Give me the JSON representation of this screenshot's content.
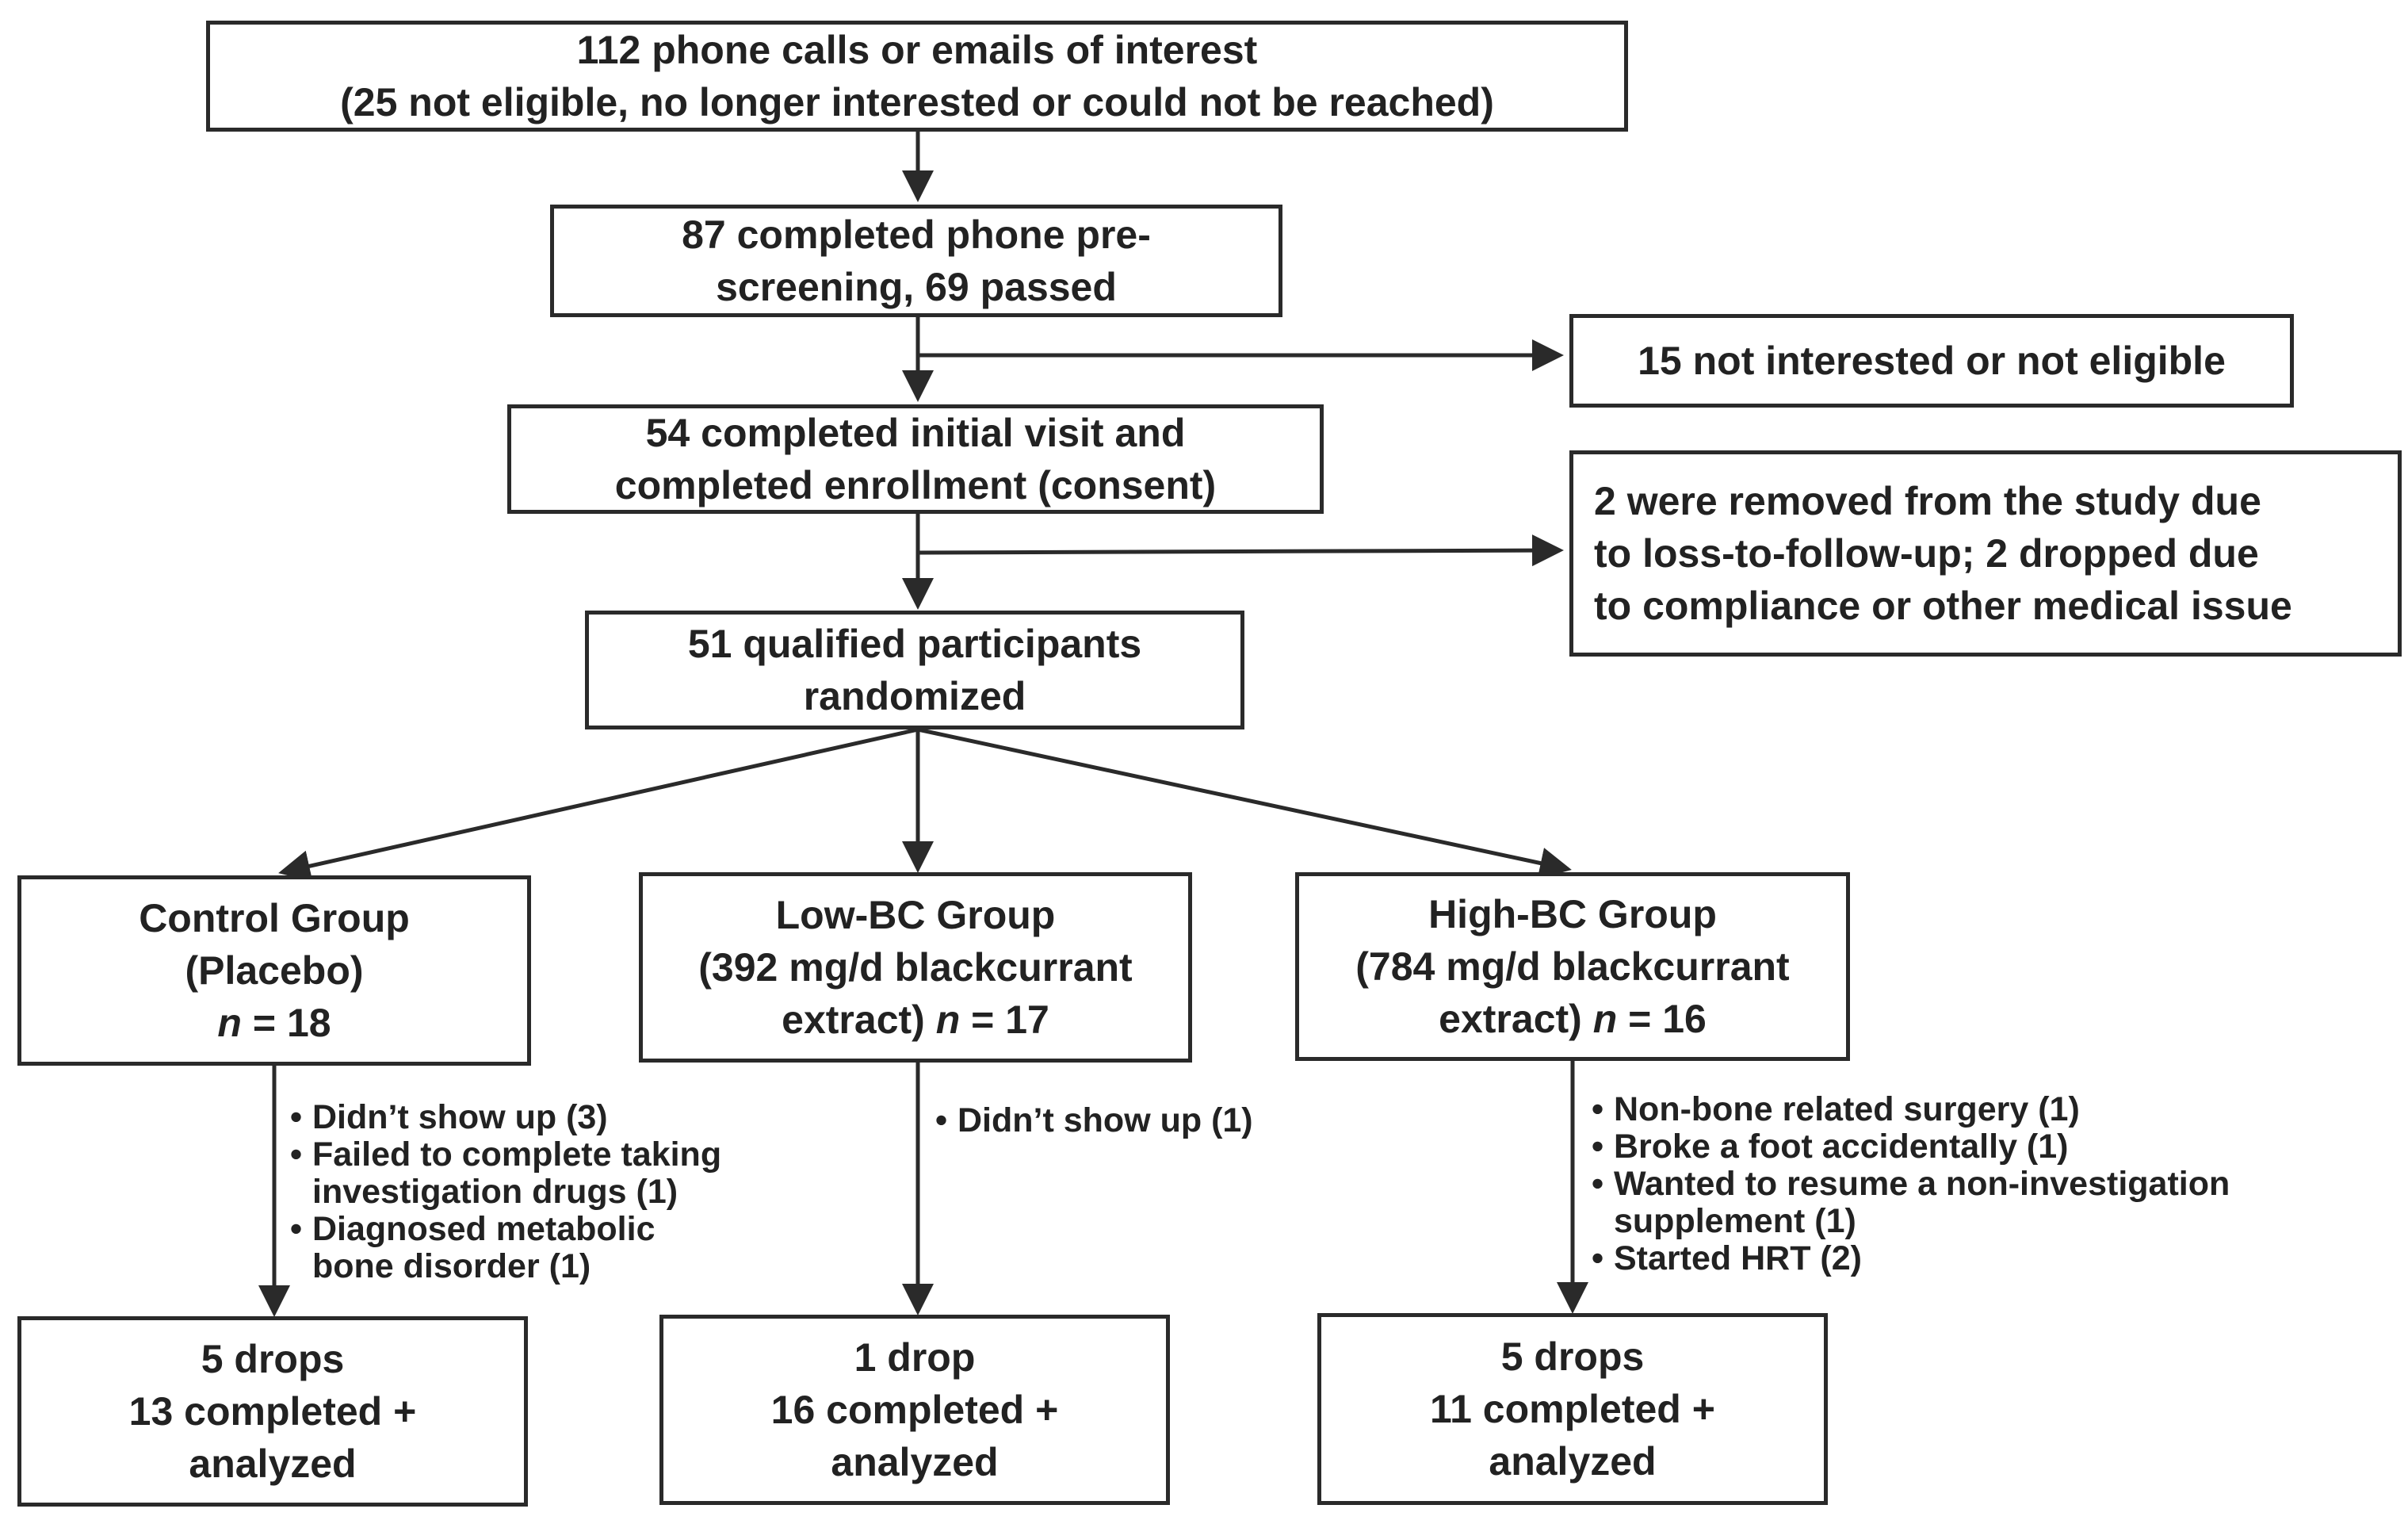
{
  "screening": {
    "interest": [
      "112 phone calls or emails of interest",
      "(25 not eligible, no longer interested or could not be reached)"
    ],
    "prescreen": [
      "87 completed phone pre-",
      "screening, 69 passed"
    ],
    "not_interested": "15 not interested or not eligible",
    "enrollment": [
      "54 completed initial visit and",
      "completed enrollment (consent)"
    ],
    "removed": [
      "2 were removed from the study due",
      "to loss-to-follow-up; 2 dropped due",
      "to compliance or other medical issue"
    ],
    "randomized": [
      "51 qualified participants",
      "randomized"
    ]
  },
  "groups": [
    {
      "name": "Control Group",
      "detail": "(Placebo)",
      "n_label": "n",
      "n_value": " = 18",
      "reasons": [
        "Didn’t show up (3)",
        "Failed to complete taking",
        "investigation drugs (1)",
        "Diagnosed metabolic",
        "bone disorder (1)"
      ],
      "outcome": [
        "5 drops",
        "13 completed +",
        "analyzed"
      ]
    },
    {
      "name": "Low-BC Group",
      "detail": "(392 mg/d blackcurrant",
      "detail2": "extract) ",
      "n_label": "n",
      "n_value": " = 17",
      "reasons": [
        "Didn’t show up (1)"
      ],
      "outcome": [
        "1 drop",
        "16 completed +",
        "analyzed"
      ]
    },
    {
      "name": "High-BC Group",
      "detail": "(784 mg/d blackcurrant",
      "detail2": "extract) ",
      "n_label": "n",
      "n_value": " = 16",
      "reasons": [
        "Non-bone related surgery (1)",
        "Broke a foot accidentally (1)",
        "Wanted to resume a non-investigation",
        "supplement (1)",
        "Started HRT (2)"
      ],
      "outcome": [
        "5 drops",
        "11 completed +",
        "analyzed"
      ]
    }
  ]
}
